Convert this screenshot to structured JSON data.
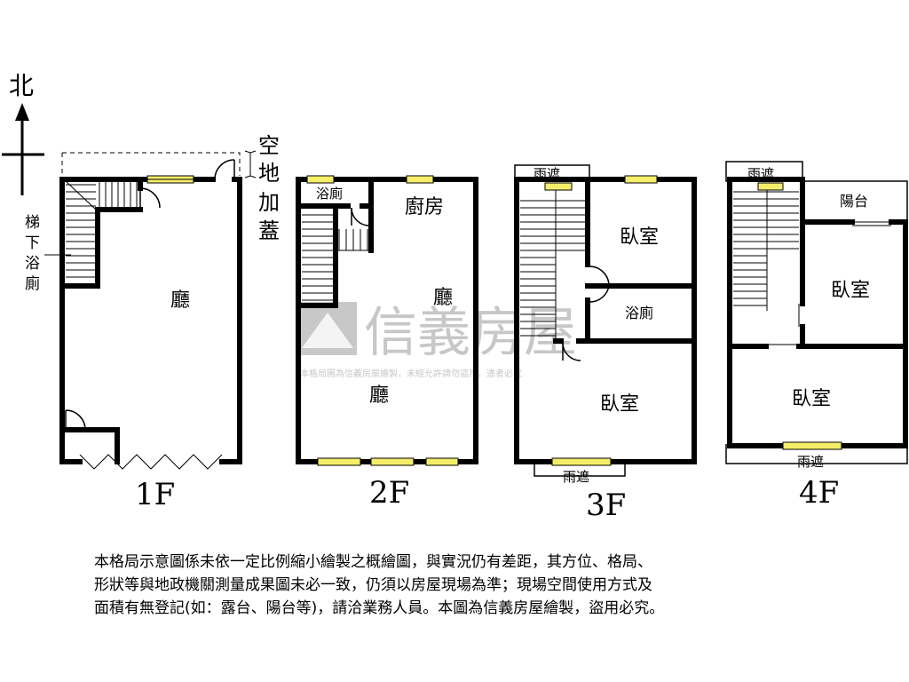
{
  "compass": {
    "north_label": "北"
  },
  "floors": [
    {
      "name": "1F",
      "rooms": {
        "hall": "廳"
      },
      "labels": {
        "under_stair_bath": [
          "梯",
          "下",
          "浴",
          "廁"
        ],
        "extension": [
          "空",
          "地",
          "加",
          "蓋"
        ]
      }
    },
    {
      "name": "2F",
      "rooms": {
        "bath": "浴廁",
        "kitchen": "廚房",
        "hall_upper": "廳",
        "hall_lower": "廳"
      }
    },
    {
      "name": "3F",
      "rooms": {
        "awning_top": "雨遮",
        "bedroom_top": "臥室",
        "bath": "浴廁",
        "bedroom_bottom": "臥室",
        "awning_bottom": "雨遮"
      }
    },
    {
      "name": "4F",
      "rooms": {
        "awning_top": "雨遮",
        "balcony": "陽台",
        "bedroom_right": "臥室",
        "bedroom_bottom": "臥室",
        "awning_bottom": "雨遮"
      }
    }
  ],
  "watermark": {
    "brand": "信義房屋",
    "notice": "本格局圖為信義房屋繪製，未經允許請勿盜用，違者必究"
  },
  "disclaimer": [
    "本格局示意圖係未依一定比例縮小繪製之概繪圖，與實況仍有差距，其方位、格局、",
    "形狀等與地政機關測量成果圖未必一致，仍須以房屋現場為準；現場空間使用方式及",
    "面積有無登記(如：露台、陽台等)，請洽業務人員。本圖為信義房屋繪製，盜用必究。"
  ],
  "colors": {
    "window": "#f4ee6a",
    "wall": "#000000",
    "watermark": "#9a9a9a"
  }
}
